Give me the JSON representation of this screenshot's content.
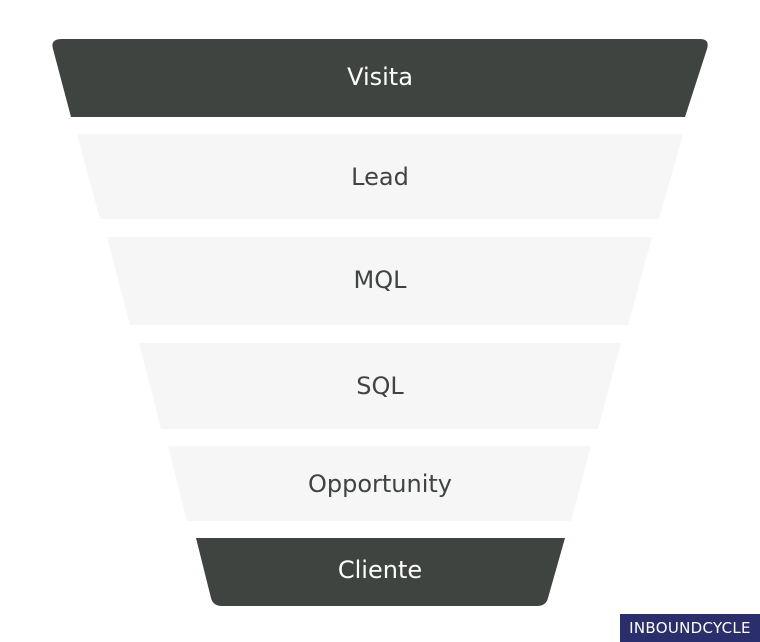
{
  "funnel": {
    "stages": [
      {
        "label": "Visita",
        "style": "dark"
      },
      {
        "label": "Lead",
        "style": "light"
      },
      {
        "label": "MQL",
        "style": "light"
      },
      {
        "label": "SQL",
        "style": "light"
      },
      {
        "label": "Opportunity",
        "style": "light"
      },
      {
        "label": "Cliente",
        "style": "dark"
      }
    ],
    "colors": {
      "dark": "#3f4441",
      "light": "#f5f6f5",
      "dark_text": "#ffffff",
      "light_text": "#3f4441"
    }
  },
  "brand": {
    "logo_text": "INBOUNDCYCLE",
    "background": "#2a2f6b"
  }
}
